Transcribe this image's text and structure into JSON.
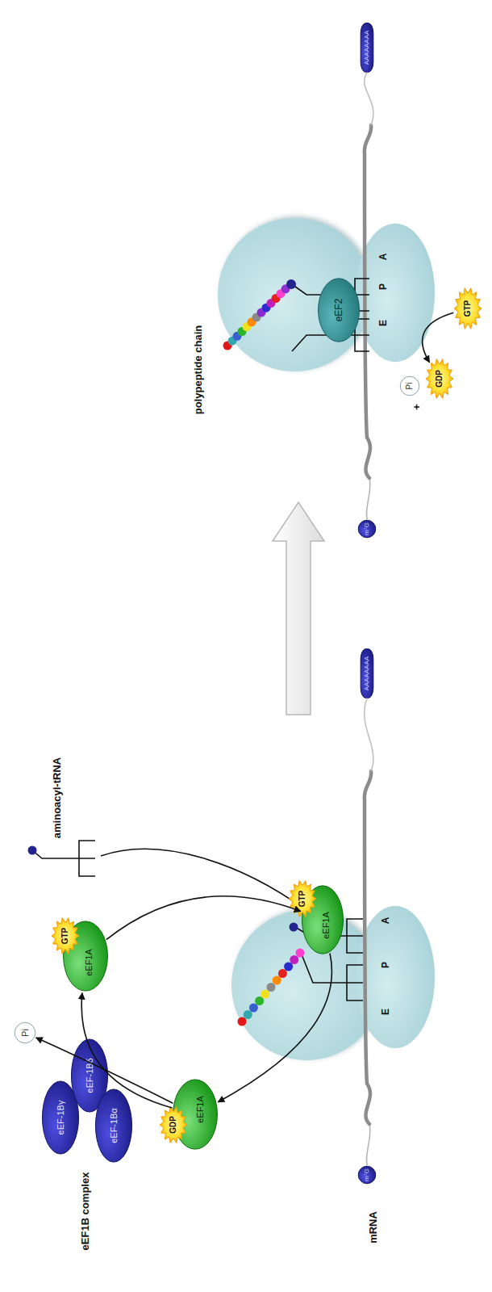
{
  "diagram": {
    "nodes": [
      {
        "text": [
          "eEF-1Bγ"
        ]
      },
      {
        "text": [
          "eEF-1Bδ"
        ]
      },
      {
        "text": [
          "eEF-1Bα"
        ]
      },
      {
        "text": [
          "Pi"
        ]
      },
      {
        "text": [
          "eEF1A"
        ]
      },
      {
        "text": [
          "GTP"
        ],
        "in": 4
      },
      {
        "text": [
          "eEF1A"
        ]
      },
      {
        "text": [
          "GDP"
        ],
        "in": 6
      },
      {
        "text": [
          "m⁷G"
        ]
      },
      {
        "text": [
          "E",
          "P",
          "A"
        ]
      },
      {
        "text": [
          "eEF1A"
        ]
      },
      {
        "text": [
          "GTP"
        ],
        "in": 10
      },
      {
        "text": [
          "AAAAAAAA"
        ]
      },
      {
        "text": [
          "m⁷G"
        ]
      },
      {
        "text": [
          "E",
          "P",
          "A"
        ]
      },
      {
        "text": [
          "eEF2"
        ]
      },
      {
        "text": [
          "AAAAAAAA"
        ]
      },
      {
        "text": [
          "Pi"
        ]
      },
      {
        "text": [
          "GDP"
        ]
      },
      {
        "text": [
          "GTP"
        ]
      }
    ],
    "edges": [
      {
        "from": 6,
        "to": 4,
        "arrow": "to"
      },
      {
        "from": 6,
        "to": 3,
        "arrow": "to"
      },
      {
        "from": 4,
        "to": 10,
        "arrow": "to"
      },
      {
        "from": 10,
        "to": 6,
        "arrow": "to"
      },
      {
        "from": 19,
        "to": 18,
        "arrow": "to"
      }
    ],
    "labels": [
      "eEF1B complex",
      "aminoacyl-tRNA",
      "mRNA",
      "polypeptide chain",
      "+"
    ]
  }
}
